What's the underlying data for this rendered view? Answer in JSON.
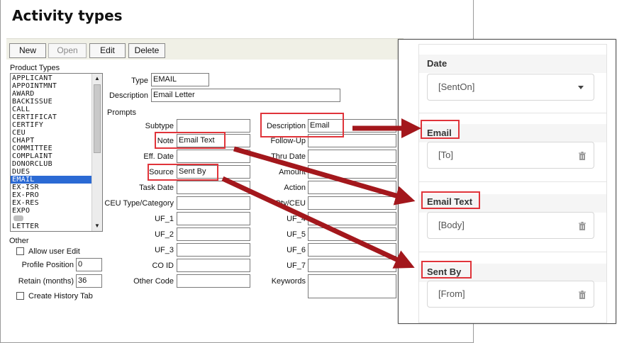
{
  "window": {
    "title": "Activity types"
  },
  "toolbar": {
    "new": "New",
    "open": "Open",
    "edit": "Edit",
    "delete": "Delete"
  },
  "product_types": {
    "label": "Product Types",
    "items": [
      "APPLICANT",
      "APPOINTMNT",
      "AWARD",
      "BACKISSUE",
      "CALL",
      "CERTIFICAT",
      "CERTIFY",
      "CEU",
      "CHAPT",
      "COMMITTEE",
      "COMPLAINT",
      "DONORCLUB",
      "DUES",
      "EMAIL",
      "EX-ISR",
      "EX-PRO",
      "EX-RES",
      "EXPO",
      "",
      "LETTER"
    ],
    "selected": "EMAIL"
  },
  "form": {
    "type_label": "Type",
    "type_value": "EMAIL",
    "description_label": "Description",
    "description_value": "Email Letter",
    "prompts_label": "Prompts",
    "left_labels": [
      "Subtype",
      "Note",
      "Eff. Date",
      "Source",
      "Task Date",
      "CEU Type/Category",
      "UF_1",
      "UF_2",
      "UF_3",
      "CO ID",
      "Other Code"
    ],
    "left_values": [
      "",
      "Email Text",
      "",
      "Sent By",
      "",
      "",
      "",
      "",
      "",
      "",
      ""
    ],
    "right_labels": [
      "Description",
      "Follow-Up",
      "Thru Date",
      "Amount",
      "Action",
      "Qty/CEU",
      "UF_4",
      "UF_5",
      "UF_6",
      "UF_7",
      "Keywords"
    ],
    "right_values": [
      "Email",
      "",
      "",
      "",
      "",
      "",
      "",
      "",
      "",
      "",
      ""
    ]
  },
  "other": {
    "label": "Other",
    "allow_user_edit": "Allow user Edit",
    "profile_position_label": "Profile Position",
    "profile_position_value": "0",
    "retain_label": "Retain (months)",
    "retain_value": "36",
    "create_history_tab": "Create History Tab"
  },
  "panel": {
    "date_title": "Date",
    "date_value": "[SentOn]",
    "email_title": "Email",
    "email_value": "[To]",
    "email_text_title": "Email Text",
    "email_text_value": "[Body]",
    "sent_by_title": "Sent By",
    "sent_by_value": "[From]"
  },
  "colors": {
    "highlight": "#e0343a",
    "arrow": "#a3171c",
    "selection": "#2b6ad4"
  }
}
